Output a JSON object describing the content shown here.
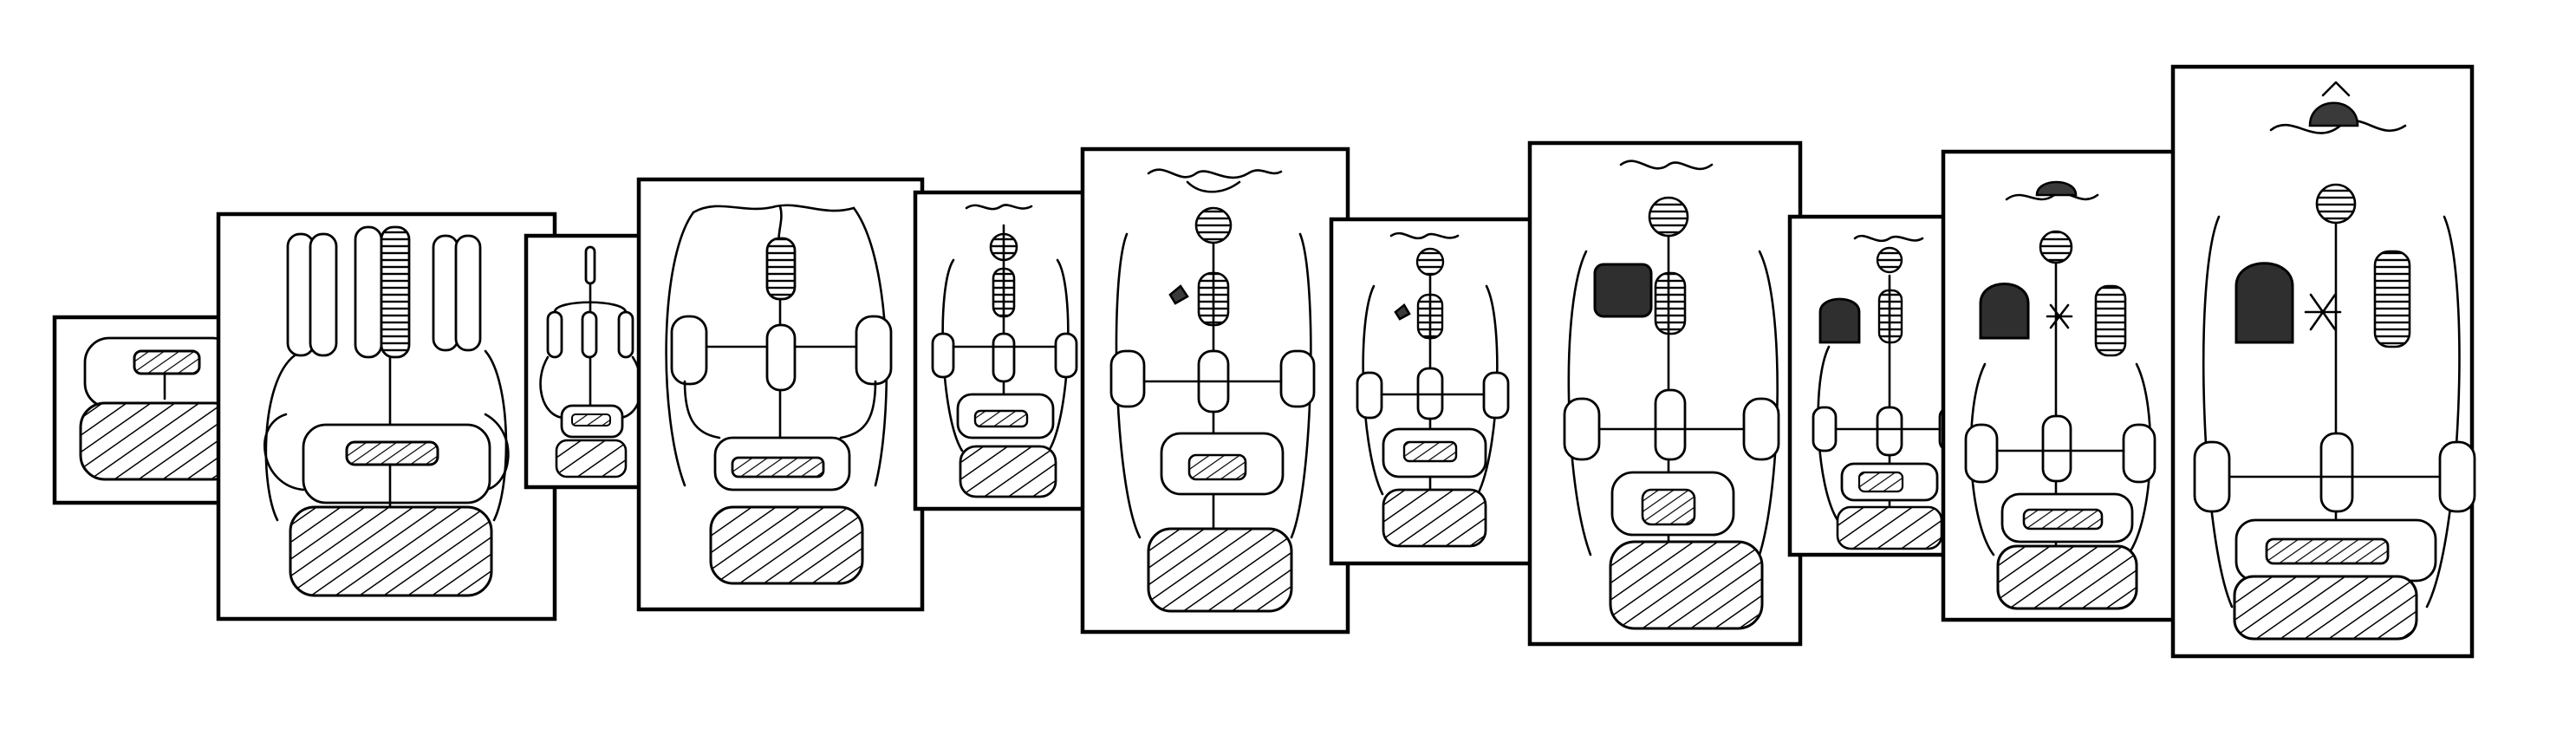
{
  "figure": {
    "kind": "hand-drawn sketch sequence",
    "panel_count": 11,
    "panels": [
      {
        "index": 1,
        "icon": "nested-compartment-sketch",
        "stage": "base"
      },
      {
        "index": 2,
        "icon": "four-tube-array-sketch",
        "stage": "columns"
      },
      {
        "index": 3,
        "icon": "small-column-sketch",
        "stage": "columns-reduced"
      },
      {
        "index": 4,
        "icon": "arched-shell-sketch",
        "stage": "shell"
      },
      {
        "index": 5,
        "icon": "shell-with-crest-sketch",
        "stage": "crest"
      },
      {
        "index": 6,
        "icon": "winged-crest-sketch",
        "stage": "crest-wings"
      },
      {
        "index": 7,
        "icon": "winged-crest-small-sketch",
        "stage": "crest-wings-small"
      },
      {
        "index": 8,
        "icon": "crest-with-block-sketch",
        "stage": "block"
      },
      {
        "index": 9,
        "icon": "crest-with-dome-sketch",
        "stage": "dome"
      },
      {
        "index": 10,
        "icon": "dome-and-star-sketch",
        "stage": "dome-star"
      },
      {
        "index": 11,
        "icon": "full-assembly-sketch",
        "stage": "complete"
      }
    ]
  }
}
